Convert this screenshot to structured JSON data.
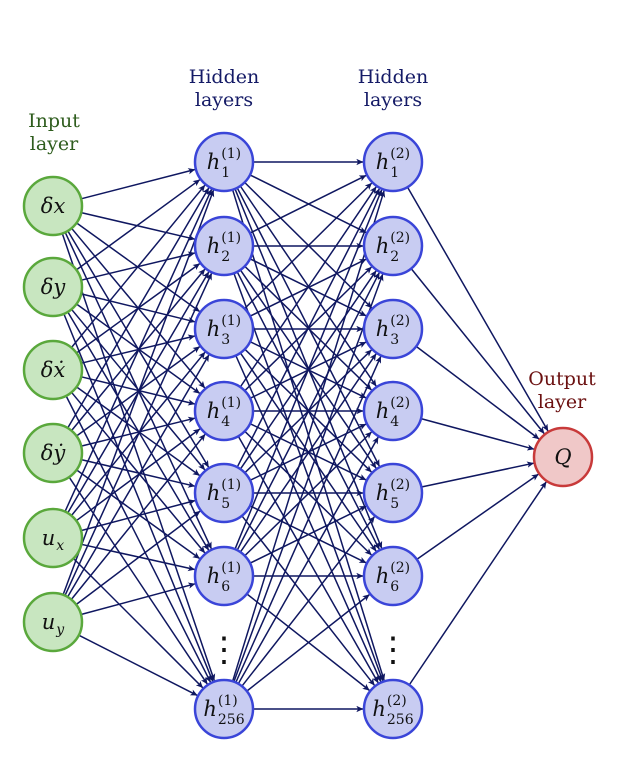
{
  "labels": {
    "input": [
      "Input",
      "layer"
    ],
    "hidden1": [
      "Hidden",
      "layers"
    ],
    "hidden2": [
      "Hidden",
      "layers"
    ],
    "output": [
      "Output",
      "layer"
    ]
  },
  "colors": {
    "input_fill": "#c8e6c0",
    "input_stroke": "#5aa83c",
    "input_label": "#2f5d1e",
    "hidden_fill": "#c8ccf2",
    "hidden_stroke": "#3a45d8",
    "hidden_label": "#141a66",
    "output_fill": "#f0c8c8",
    "output_stroke": "#c83a3a",
    "output_label": "#6b1010",
    "edge": "#0f1760"
  },
  "input_nodes": [
    {
      "base": "δx"
    },
    {
      "base": "δy"
    },
    {
      "base": "δẋ"
    },
    {
      "base": "δẏ"
    },
    {
      "base": "u",
      "sub": "x"
    },
    {
      "base": "u",
      "sub": "y"
    }
  ],
  "hidden1_nodes": [
    {
      "base": "h",
      "sup": "(1)",
      "sub": "1"
    },
    {
      "base": "h",
      "sup": "(1)",
      "sub": "2"
    },
    {
      "base": "h",
      "sup": "(1)",
      "sub": "3"
    },
    {
      "base": "h",
      "sup": "(1)",
      "sub": "4"
    },
    {
      "base": "h",
      "sup": "(1)",
      "sub": "5"
    },
    {
      "base": "h",
      "sup": "(1)",
      "sub": "6"
    },
    {
      "base": "h",
      "sup": "(1)",
      "sub": "256"
    }
  ],
  "hidden2_nodes": [
    {
      "base": "h",
      "sup": "(2)",
      "sub": "1"
    },
    {
      "base": "h",
      "sup": "(2)",
      "sub": "2"
    },
    {
      "base": "h",
      "sup": "(2)",
      "sub": "3"
    },
    {
      "base": "h",
      "sup": "(2)",
      "sub": "4"
    },
    {
      "base": "h",
      "sup": "(2)",
      "sub": "5"
    },
    {
      "base": "h",
      "sup": "(2)",
      "sub": "6"
    },
    {
      "base": "h",
      "sup": "(2)",
      "sub": "256"
    }
  ],
  "ellipsis": "⋮",
  "output_node": {
    "base": "Q"
  }
}
